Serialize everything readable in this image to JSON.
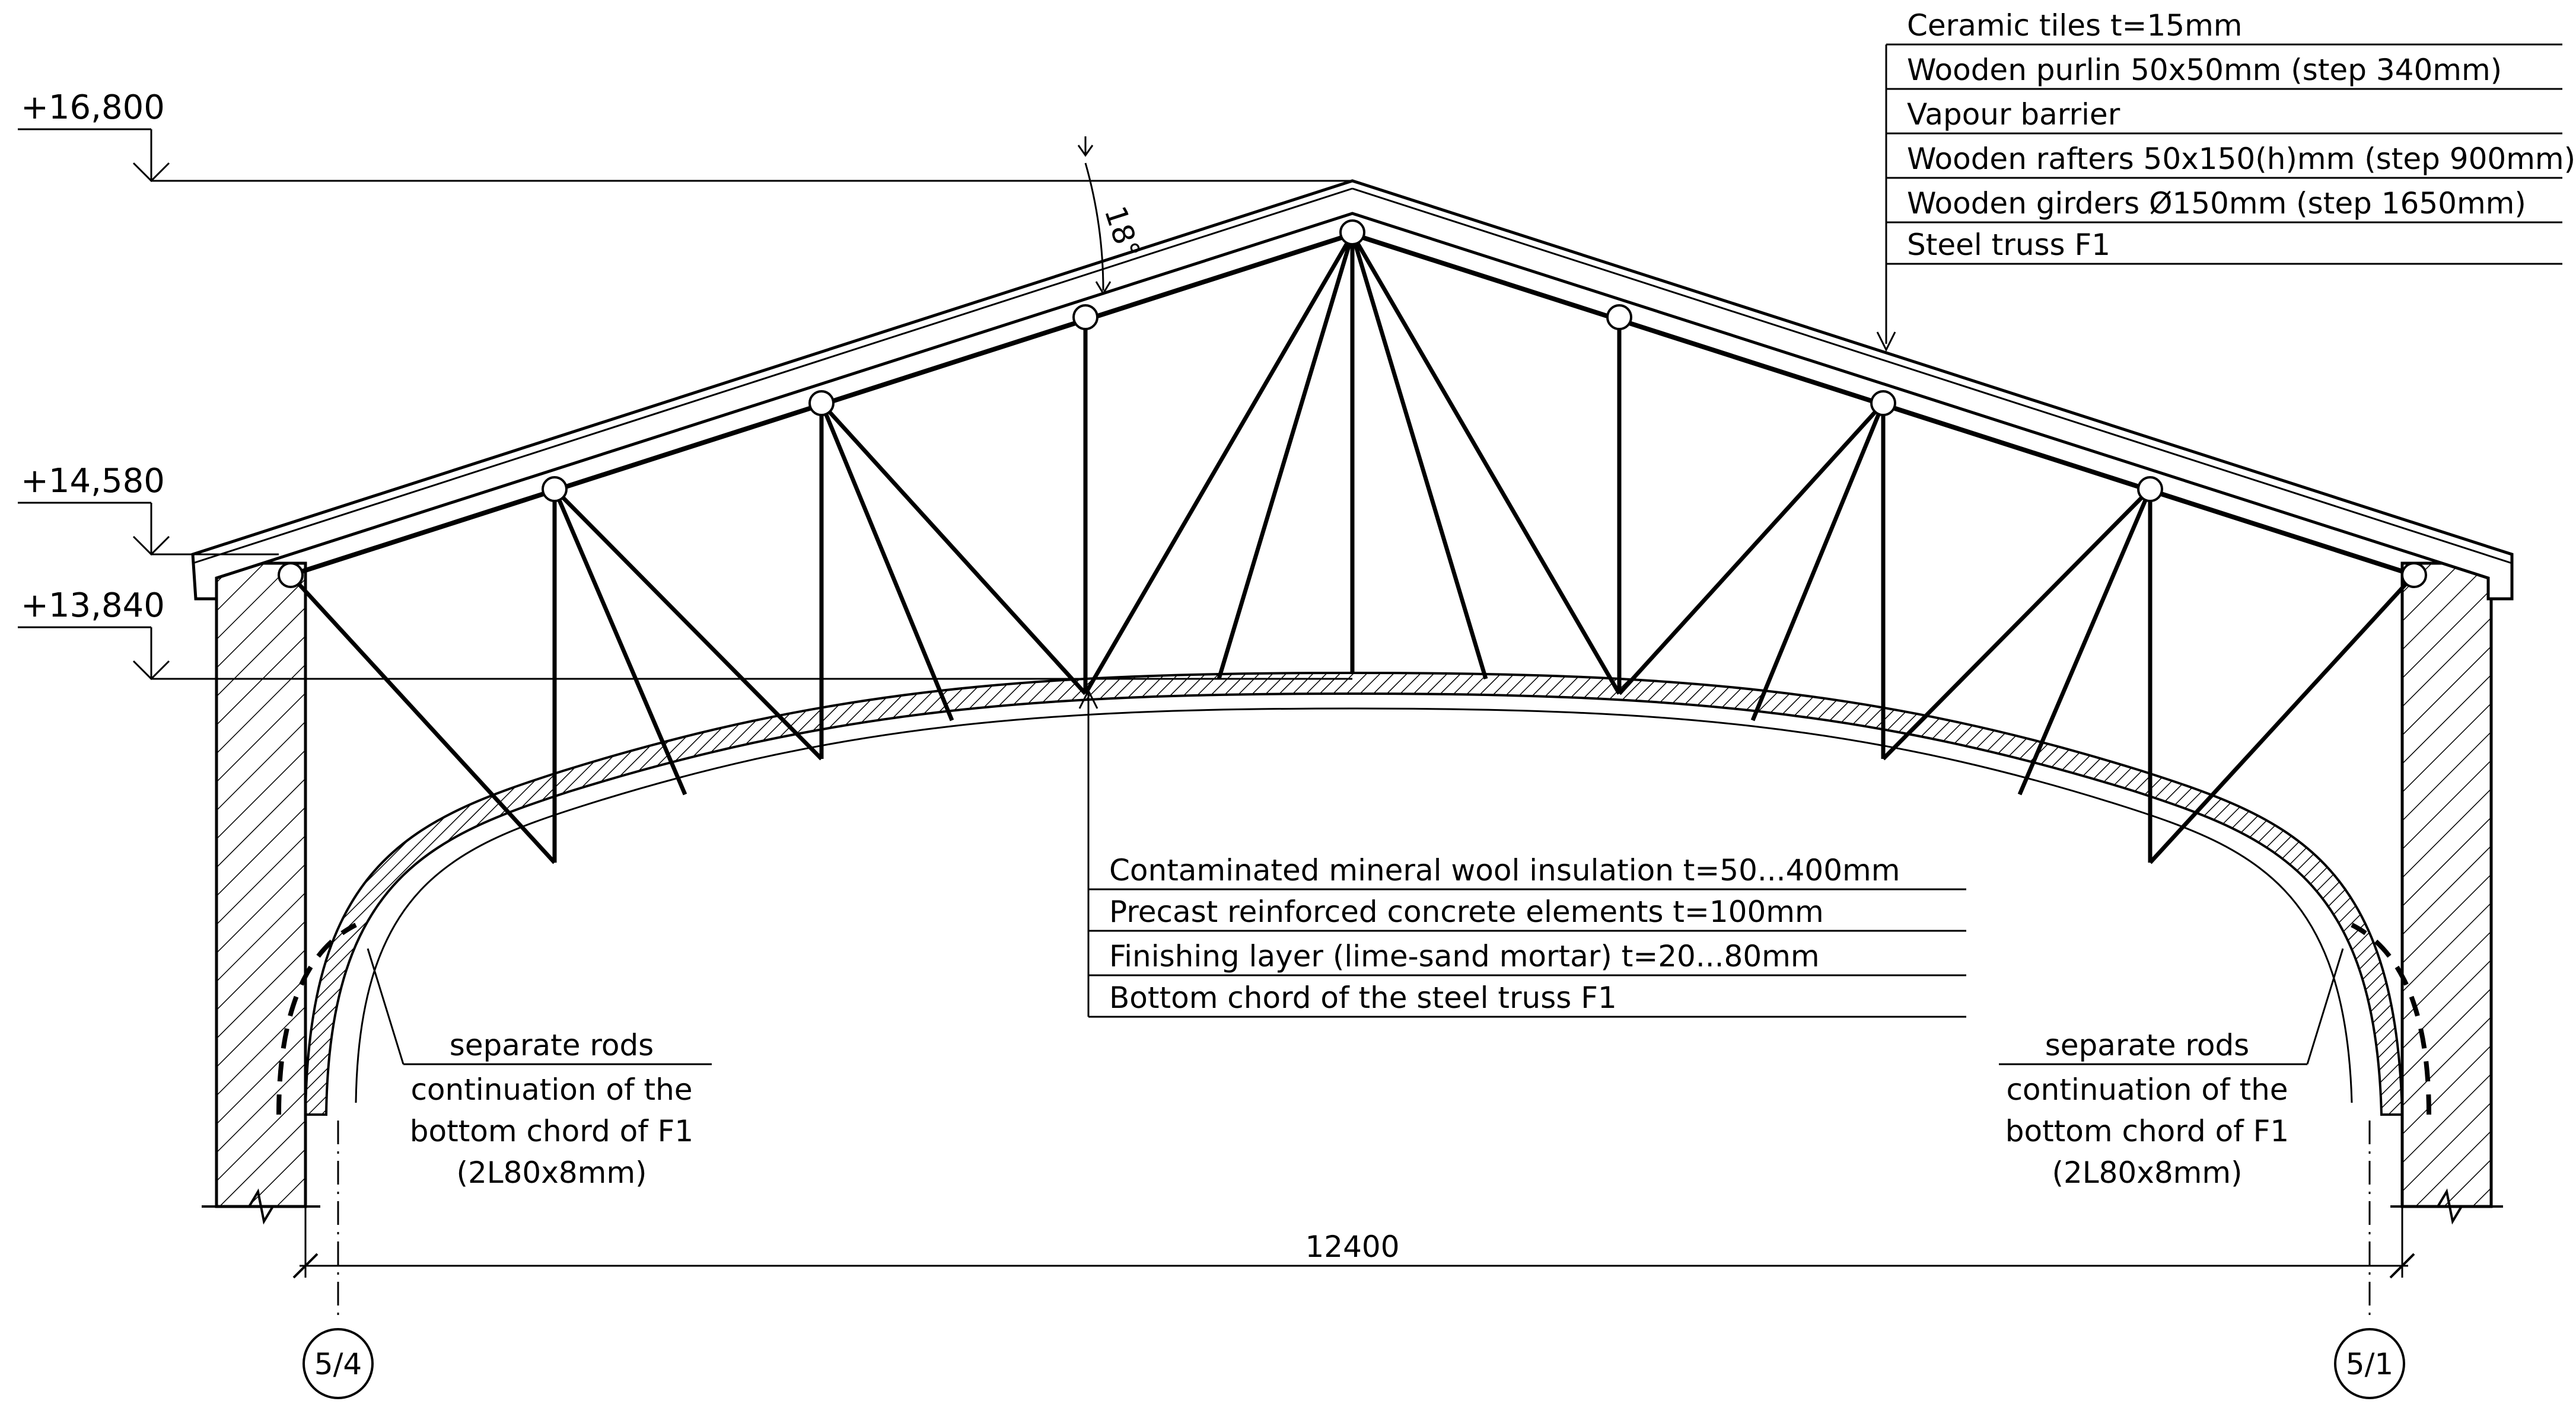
{
  "levels": {
    "top": "+16,800",
    "eave": "+14,580",
    "chord": "+13,840"
  },
  "roof_angle": "18°",
  "roof_layers": [
    "Ceramic tiles t=15mm",
    "Wooden purlin 50x50mm (step 340mm)",
    "Vapour barrier",
    "Wooden rafters 50x150(h)mm (step 900mm)",
    "Wooden girders Ø150mm (step 1650mm)",
    "Steel truss F1"
  ],
  "vault_layers": [
    "Contaminated mineral wool insulation t=50...400mm",
    "Precast reinforced concrete elements  t=100mm",
    "Finishing layer (lime-sand mortar) t=20...80mm",
    "Bottom chord  of the steel truss F1"
  ],
  "rods_note_left": {
    "line1": "separate rods",
    "line2": "continuation of the",
    "line3": "bottom chord of F1",
    "line4": "(2L80x8mm)"
  },
  "rods_note_right": {
    "line1": "separate rods",
    "line2": "continuation of the",
    "line3": "bottom chord of F1",
    "line4": "(2L80x8mm)"
  },
  "span": "12400",
  "axes": {
    "left": "5/4",
    "right": "5/1"
  }
}
